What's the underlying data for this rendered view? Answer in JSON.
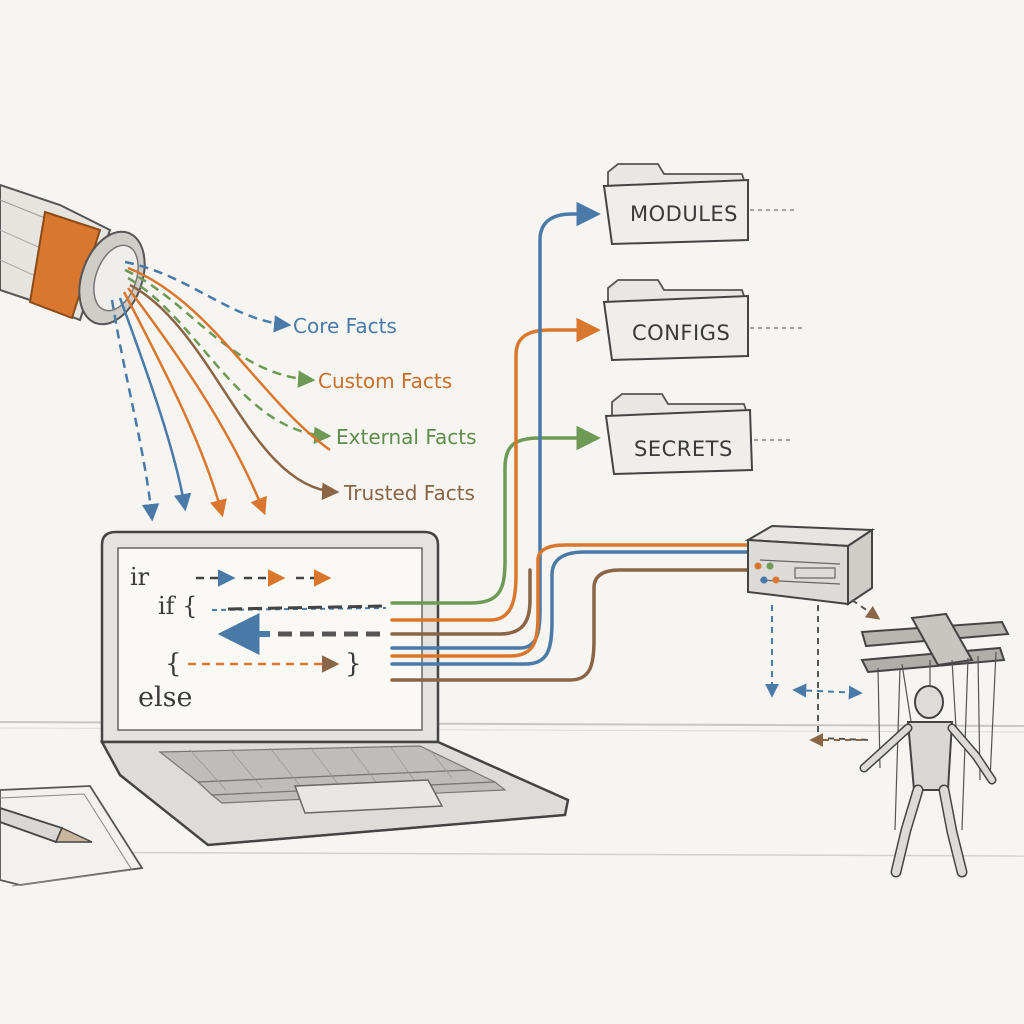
{
  "colors": {
    "blue": "#4a7aa8",
    "orange": "#d9772e",
    "green": "#6e9a55",
    "brown": "#8a6546",
    "ink": "#4a4a4a"
  },
  "fact_labels": {
    "core": "Core Facts",
    "custom": "Custom Facts",
    "external": "External Facts",
    "trusted": "Trusted Facts"
  },
  "folders": {
    "modules": "MODULES",
    "configs": "CONFIGS",
    "secrets": "SECRETS"
  },
  "code_lines": {
    "line1": "ir",
    "line2": "if {",
    "line3": "{",
    "line4": "}",
    "line5": "else"
  },
  "icons": [
    "fiber-cable-icon",
    "laptop-icon",
    "folder-icon",
    "server-icon",
    "puppet-marionette-icon",
    "notepad-icon",
    "pencil-icon"
  ]
}
